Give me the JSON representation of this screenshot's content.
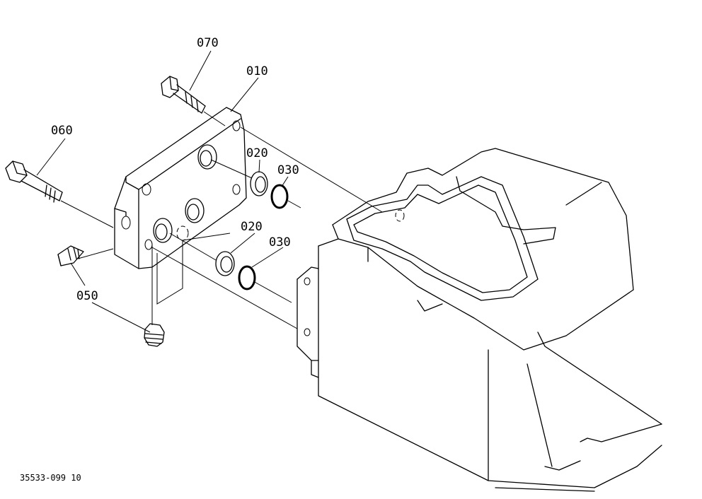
{
  "labels": {
    "p070": "070",
    "p010": "010",
    "p060": "060",
    "p020_upper": "020",
    "p030_upper": "030",
    "p020_lower": "020",
    "p030_lower": "030",
    "p050": "050"
  },
  "drawing_code": "35533-099 10"
}
